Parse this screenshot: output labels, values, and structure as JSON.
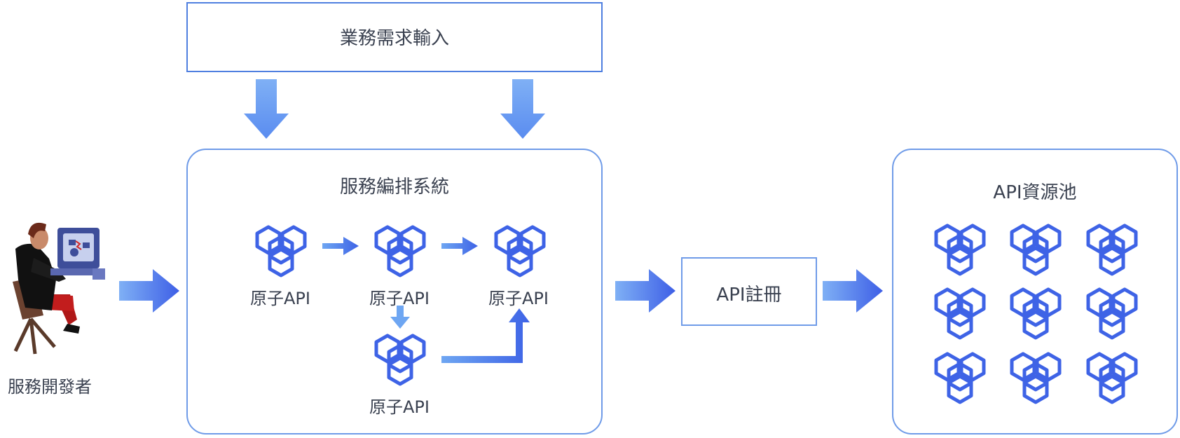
{
  "top_input": {
    "label": "業務需求輸入"
  },
  "developer": {
    "label": "服務開發者"
  },
  "orchestration": {
    "title": "服務編排系統",
    "nodes": [
      {
        "label": "原子API"
      },
      {
        "label": "原子API"
      },
      {
        "label": "原子API"
      },
      {
        "label": "原子API"
      }
    ]
  },
  "registry": {
    "label": "API註冊"
  },
  "pool": {
    "title": "API資源池",
    "icon_count": 9
  },
  "icons": {
    "api_node": "hexagon-cluster-icon",
    "developer": "developer-at-computer-icon"
  },
  "colors": {
    "accent_blue": "#3e63e6",
    "light_blue": "#6ea6f2",
    "border_blue": "#4f7fe0"
  }
}
